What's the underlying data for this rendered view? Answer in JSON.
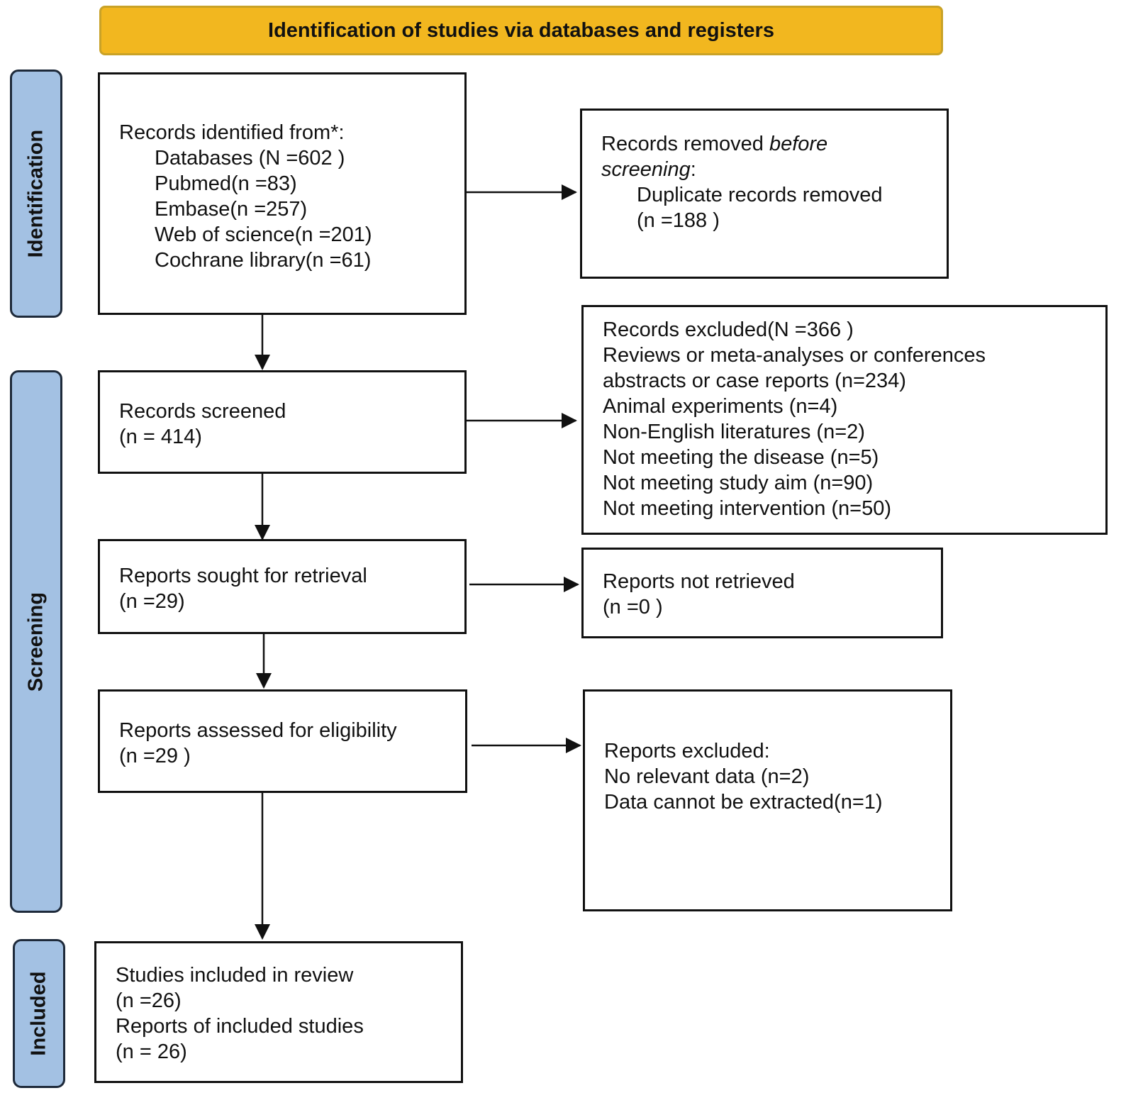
{
  "colors": {
    "banner_fill": "#f2b71f",
    "phase_fill": "#a3c1e3",
    "line": "#111111"
  },
  "banner": {
    "title": "Identification of studies via databases and registers"
  },
  "phases": {
    "identification": "Identification",
    "screening": "Screening",
    "included": "Included"
  },
  "boxes": {
    "records_identified": {
      "heading": "Records identified from*:",
      "lines": [
        "Databases (N =602 )",
        "Pubmed(n =83)",
        "Embase(n =257)",
        "Web of science(n =201)",
        "Cochrane library(n =61)"
      ]
    },
    "records_removed": {
      "heading_start": "Records removed ",
      "heading_italic_1": "before",
      "heading_italic_2": "screening",
      "heading_end": ":",
      "lines": [
        "Duplicate records removed",
        "(n =188 )"
      ]
    },
    "records_screened": {
      "lines": [
        "Records screened",
        "(n = 414)"
      ]
    },
    "records_excluded": {
      "lines": [
        "Records excluded(N =366 )",
        "Reviews or meta-analyses or conferences",
        "abstracts or case reports (n=234)",
        "Animal experiments (n=4)",
        "Non-English literatures (n=2)",
        "Not meeting the disease (n=5)",
        "Not meeting study aim (n=90)",
        "Not meeting intervention  (n=50)"
      ]
    },
    "reports_sought": {
      "lines": [
        "Reports sought for retrieval",
        "(n =29)"
      ]
    },
    "reports_not_retrieved": {
      "lines": [
        "Reports not retrieved",
        "(n =0 )"
      ]
    },
    "reports_assessed": {
      "lines": [
        "Reports assessed for eligibility",
        "(n =29 )"
      ]
    },
    "reports_excluded": {
      "lines": [
        "Reports excluded:",
        "No relevant data (n=2)",
        "Data cannot be extracted(n=1)"
      ]
    },
    "studies_included": {
      "lines": [
        "Studies included in review",
        "(n =26)",
        "Reports of included studies",
        "(n = 26)"
      ]
    }
  }
}
